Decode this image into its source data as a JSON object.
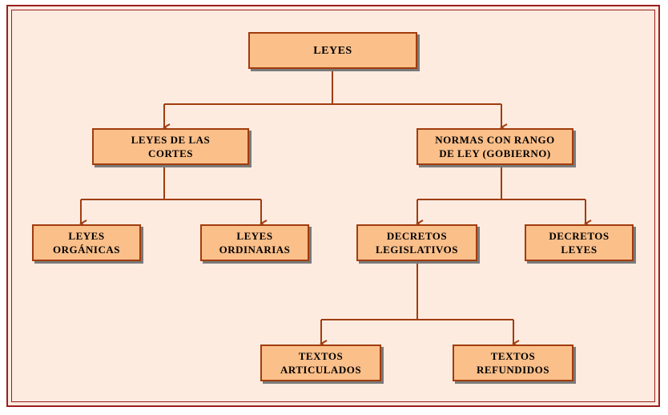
{
  "diagram": {
    "root": "LEYES",
    "left_branch": "LEYES DE LAS\nCORTES",
    "right_branch": "NORMAS CON RANGO\nDE LEY (GOBIERNO)",
    "leaves": {
      "organicas": "LEYES\nORGÁNICAS",
      "ordinarias": "LEYES\nORDINARIAS",
      "decretos_legislativos": "DECRETOS\nLEGISLATIVOS",
      "decretos_leyes": "DECRETOS\nLEYES",
      "textos_articulados": "TEXTOS\nARTICULADOS",
      "textos_refundidos": "TEXTOS\nREFUNDIDOS"
    }
  },
  "colors": {
    "background": "#fdebe0",
    "frame": "#9b1f1f",
    "box_fill": "#fbbf8a",
    "box_border": "#a13c0d",
    "connector": "#a13c0d",
    "shadow": "#7a7a7a"
  }
}
